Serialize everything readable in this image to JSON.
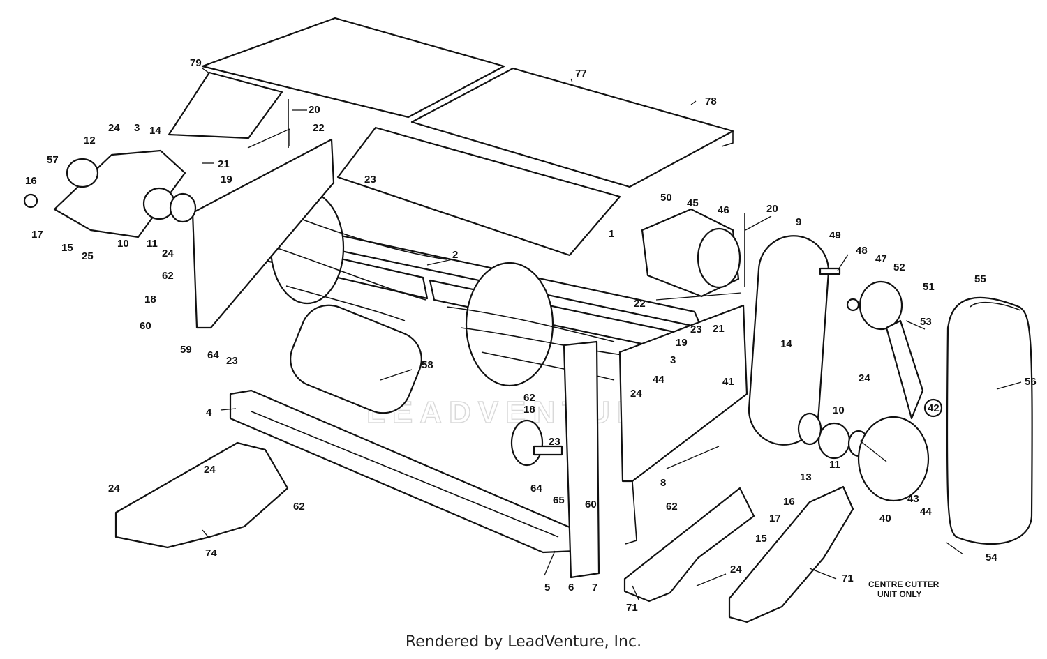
{
  "watermark": "LEADVENTURE",
  "footer": "Rendered by LeadVenture, Inc.",
  "note": [
    "CENTRE CUTTER",
    "UNIT ONLY"
  ],
  "callouts": [
    {
      "id": "c79",
      "text": "79"
    },
    {
      "id": "c77",
      "text": "77"
    },
    {
      "id": "c78",
      "text": "78"
    },
    {
      "id": "c20a",
      "text": "20"
    },
    {
      "id": "c22a",
      "text": "22"
    },
    {
      "id": "c21a",
      "text": "21"
    },
    {
      "id": "c19a",
      "text": "19"
    },
    {
      "id": "c24a",
      "text": "24"
    },
    {
      "id": "c3a",
      "text": "3"
    },
    {
      "id": "c14a",
      "text": "14"
    },
    {
      "id": "c12",
      "text": "12"
    },
    {
      "id": "c57",
      "text": "57"
    },
    {
      "id": "c16a",
      "text": "16"
    },
    {
      "id": "c17a",
      "text": "17"
    },
    {
      "id": "c15a",
      "text": "15"
    },
    {
      "id": "c25",
      "text": "25"
    },
    {
      "id": "c10a",
      "text": "10"
    },
    {
      "id": "c11a",
      "text": "11"
    },
    {
      "id": "c24b",
      "text": "24"
    },
    {
      "id": "c62a",
      "text": "62"
    },
    {
      "id": "c18a",
      "text": "18"
    },
    {
      "id": "c60a",
      "text": "60"
    },
    {
      "id": "c59",
      "text": "59"
    },
    {
      "id": "c64a",
      "text": "64"
    },
    {
      "id": "c23a",
      "text": "23"
    },
    {
      "id": "c23b",
      "text": "23"
    },
    {
      "id": "c2",
      "text": "2"
    },
    {
      "id": "c1",
      "text": "1"
    },
    {
      "id": "c58",
      "text": "58"
    },
    {
      "id": "c4",
      "text": "4"
    },
    {
      "id": "c24c",
      "text": "24"
    },
    {
      "id": "c24d",
      "text": "24"
    },
    {
      "id": "c62b",
      "text": "62"
    },
    {
      "id": "c74",
      "text": "74"
    },
    {
      "id": "c5",
      "text": "5"
    },
    {
      "id": "c6",
      "text": "6"
    },
    {
      "id": "c7",
      "text": "7"
    },
    {
      "id": "c64b",
      "text": "64"
    },
    {
      "id": "c65",
      "text": "65"
    },
    {
      "id": "c60b",
      "text": "60"
    },
    {
      "id": "c23c",
      "text": "23"
    },
    {
      "id": "c18b",
      "text": "18"
    },
    {
      "id": "c62c",
      "text": "62"
    },
    {
      "id": "c24e",
      "text": "24"
    },
    {
      "id": "c3b",
      "text": "3"
    },
    {
      "id": "c44a",
      "text": "44"
    },
    {
      "id": "c41",
      "text": "41"
    },
    {
      "id": "c19b",
      "text": "19"
    },
    {
      "id": "c23d",
      "text": "23"
    },
    {
      "id": "c21b",
      "text": "21"
    },
    {
      "id": "c14b",
      "text": "14"
    },
    {
      "id": "c22b",
      "text": "22"
    },
    {
      "id": "c50",
      "text": "50"
    },
    {
      "id": "c45",
      "text": "45"
    },
    {
      "id": "c46",
      "text": "46"
    },
    {
      "id": "c20b",
      "text": "20"
    },
    {
      "id": "c9",
      "text": "9"
    },
    {
      "id": "c49",
      "text": "49"
    },
    {
      "id": "c48",
      "text": "48"
    },
    {
      "id": "c47",
      "text": "47"
    },
    {
      "id": "c52",
      "text": "52"
    },
    {
      "id": "c51",
      "text": "51"
    },
    {
      "id": "c53",
      "text": "53"
    },
    {
      "id": "c55",
      "text": "55"
    },
    {
      "id": "c56",
      "text": "56"
    },
    {
      "id": "c42",
      "text": "42"
    },
    {
      "id": "c24f",
      "text": "24"
    },
    {
      "id": "c10b",
      "text": "10"
    },
    {
      "id": "c11b",
      "text": "11"
    },
    {
      "id": "c13",
      "text": "13"
    },
    {
      "id": "c40",
      "text": "40"
    },
    {
      "id": "c43",
      "text": "43"
    },
    {
      "id": "c44b",
      "text": "44"
    },
    {
      "id": "c54",
      "text": "54"
    },
    {
      "id": "c8",
      "text": "8"
    },
    {
      "id": "c62d",
      "text": "62"
    },
    {
      "id": "c16b",
      "text": "16"
    },
    {
      "id": "c17b",
      "text": "17"
    },
    {
      "id": "c15b",
      "text": "15"
    },
    {
      "id": "c24g",
      "text": "24"
    },
    {
      "id": "c71a",
      "text": "71"
    },
    {
      "id": "c71b",
      "text": "71"
    }
  ]
}
